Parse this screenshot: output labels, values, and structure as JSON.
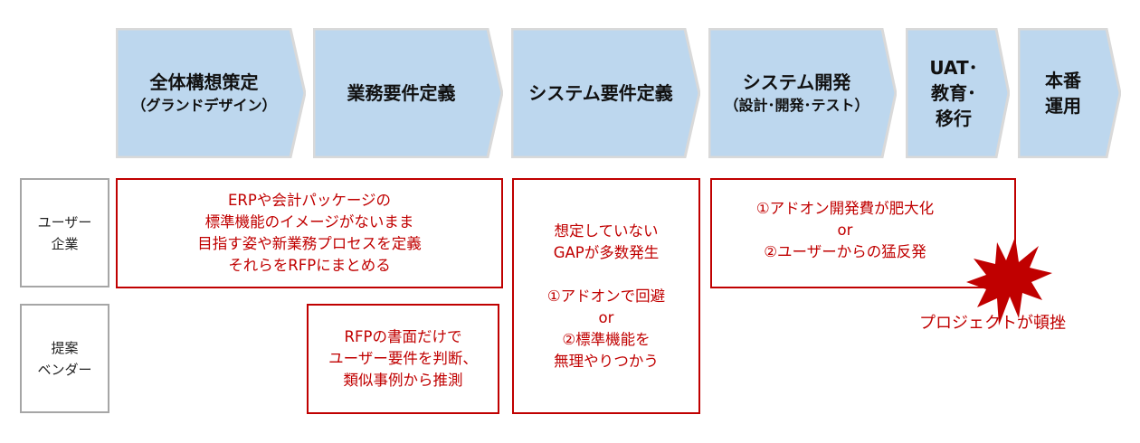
{
  "colors": {
    "phase_fill": "#bdd7ee",
    "phase_border": "#d9d9d9",
    "accent": "#c00000",
    "label_border": "#a6a6a6"
  },
  "phases": [
    {
      "main": "全体構想策定",
      "sub": "（グランドデザイン）"
    },
    {
      "main": "業務要件定義"
    },
    {
      "main": "システム要件定義"
    },
    {
      "main": "システム開発",
      "sub": "（設計･開発･テスト）"
    },
    {
      "lines": [
        "UAT･",
        "教育･",
        "移行"
      ]
    },
    {
      "lines": [
        "本番",
        "運用"
      ]
    }
  ],
  "rows": {
    "user": [
      "ユーザー",
      "企業"
    ],
    "vendor": [
      "提案",
      "ベンダー"
    ]
  },
  "issues": {
    "user_plan": [
      "ERPや会計パッケージの",
      "標準機能のイメージがないまま",
      "目指す姿や新業務プロセスを定義",
      "それらをRFPにまとめる"
    ],
    "vendor_req": [
      "RFPの書面だけで",
      "ユーザー要件を判断、",
      "類似事例から推測"
    ],
    "gap": [
      "想定していない",
      "GAPが多数発生",
      "①アドオンで回避",
      "or",
      "②標準機能を",
      "無理やりつかう"
    ],
    "dev": [
      "①アドオン開発費が肥大化",
      "or",
      "②ユーザーからの猛反発"
    ]
  },
  "outcome": {
    "icon": "explosion-icon",
    "label": "プロジェクトが頓挫"
  }
}
